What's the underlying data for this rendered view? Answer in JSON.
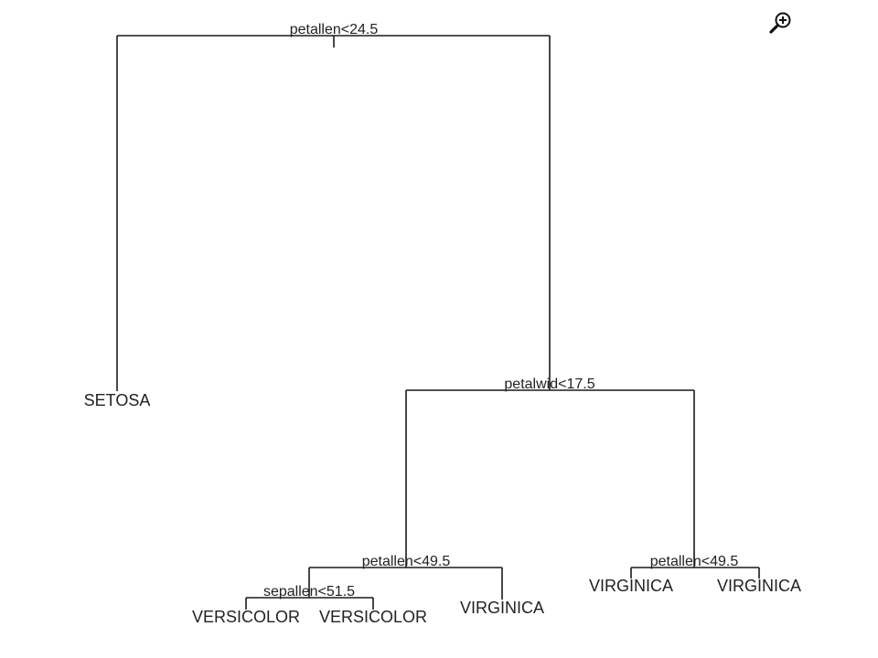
{
  "tree": {
    "splits": {
      "root": "petallen<24.5",
      "petalwid": "petalwid<17.5",
      "petallen_left": "petallen<49.5",
      "sepallen": "sepallen<51.5",
      "petallen_right": "petallen<49.5"
    },
    "leaves": {
      "setosa": "SETOSA",
      "versicolor_1": "VERSICOLOR",
      "versicolor_2": "VERSICOLOR",
      "virginica_1": "VIRGINICA",
      "virginica_2": "VIRGINICA",
      "virginica_3": "VIRGINICA"
    }
  },
  "toolbar": {
    "zoom_icon": "zoom-in-icon"
  }
}
